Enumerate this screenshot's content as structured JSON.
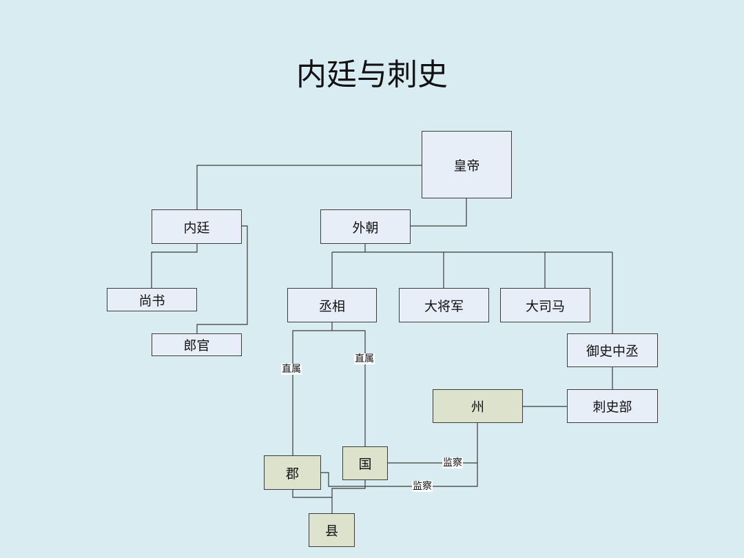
{
  "title": "内廷与刺史",
  "nodes": {
    "emperor": "皇帝",
    "inner_court": "内廷",
    "outer_court": "外朝",
    "shangshu": "尚书",
    "langguan": "郎官",
    "chancellor": "丞相",
    "grand_general": "大将军",
    "grand_marshal": "大司马",
    "censor_deputy": "御史中丞",
    "zhou": "州",
    "cishi_bu": "刺史部",
    "jun": "郡",
    "guo": "国",
    "xian": "县"
  },
  "edge_labels": {
    "direct_left": "直属",
    "direct_right": "直属",
    "supervise_upper": "监察",
    "supervise_lower": "监察"
  },
  "colors": {
    "background": "#d9ecf2",
    "node_blue": "#e8eef8",
    "node_olive": "#dde2cd",
    "line": "#3a3a3a"
  }
}
